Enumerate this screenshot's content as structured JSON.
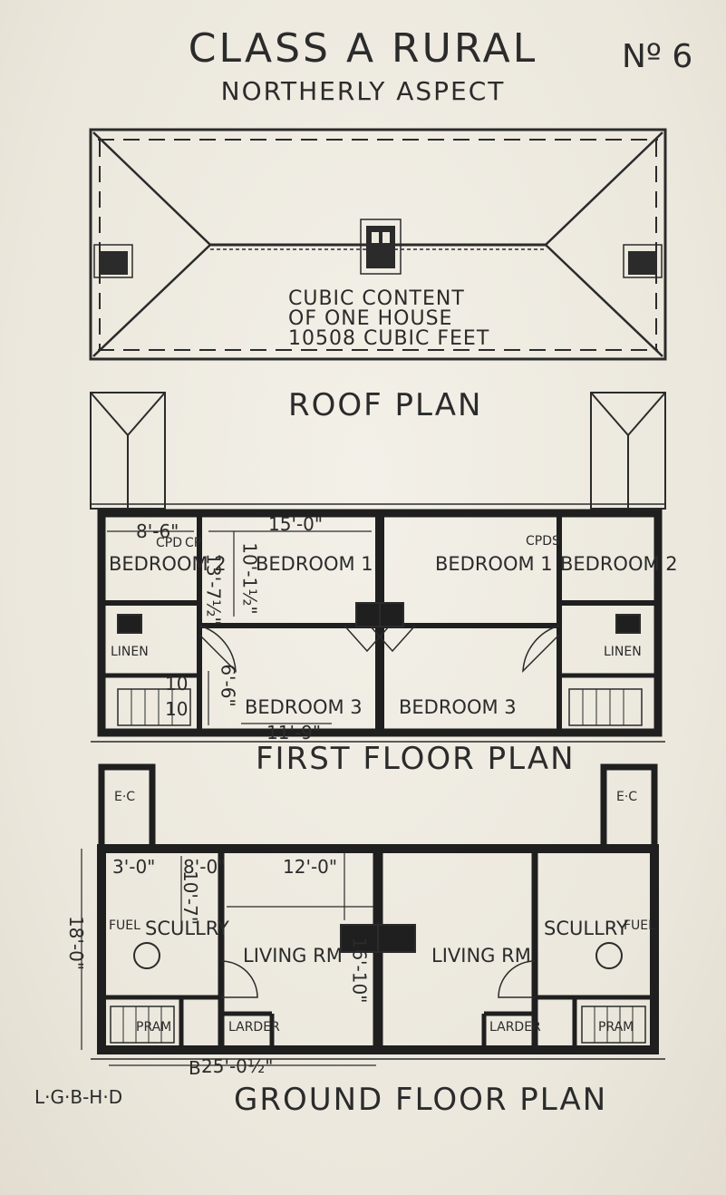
{
  "title": "CLASS A RURAL",
  "subtitle": "NORTHERLY ASPECT",
  "plan_number": "Nº 6",
  "roof_plan": {
    "heading": "ROOF PLAN",
    "cubic_line1": "CUBIC CONTENT",
    "cubic_line2": "OF ONE HOUSE",
    "cubic_line3": "10508 CUBIC FEET"
  },
  "first_floor": {
    "heading": "FIRST FLOOR PLAN",
    "rooms": {
      "bedroom_2_left": "BEDROOM 2",
      "bedroom_1_left": "BEDROOM 1",
      "bedroom_1_right": "BEDROOM 1",
      "bedroom_2_right": "BEDROOM 2",
      "bedroom_3_left": "BEDROOM 3",
      "bedroom_3_right": "BEDROOM 3",
      "linen_left": "LINEN",
      "linen_right": "LINEN",
      "cpd_left": "CPD",
      "cp_left": "CP",
      "cpds_right": "CPDS"
    },
    "dimensions": {
      "d_8_6": "8'-6\"",
      "d_15_0": "15'-0\"",
      "d_13_7": "13'-7½\"",
      "d_10_1": "10'-1½\"",
      "d_6_6": "6'-6\"",
      "d_11_9": "11'-9\"",
      "d_10_left": "10",
      "d_10_left2": "10"
    }
  },
  "ground_floor": {
    "heading": "GROUND FLOOR PLAN",
    "rooms": {
      "ec_left": "E·C",
      "ec_right": "E·C",
      "fuel_left": "FUEL",
      "scullery_left": "SCULLRY",
      "living_left": "LIVING RM",
      "living_right": "LIVING RM",
      "scullery_right": "SCULLRY",
      "fuel_right": "FUEL",
      "pram_left": "PRAM",
      "larder_left": "LARDER",
      "larder_right": "LARDER",
      "pram_right": "PRAM"
    },
    "dimensions": {
      "d_3_0": "3'-0\"",
      "d_8_0": "8'-0\"",
      "d_12_0": "12'-0\"",
      "d_10_7": "10'-7\"",
      "d_16_10": "16'-10\"",
      "d_18_0": "18'-0\"",
      "d_25_0": "25'-0½\"",
      "d_b": "B"
    }
  },
  "footer_left": "L·G·B-H·D",
  "colors": {
    "paper": "#eeeae0",
    "ink": "#2b2b2b",
    "wall": "#1f1f1f"
  }
}
